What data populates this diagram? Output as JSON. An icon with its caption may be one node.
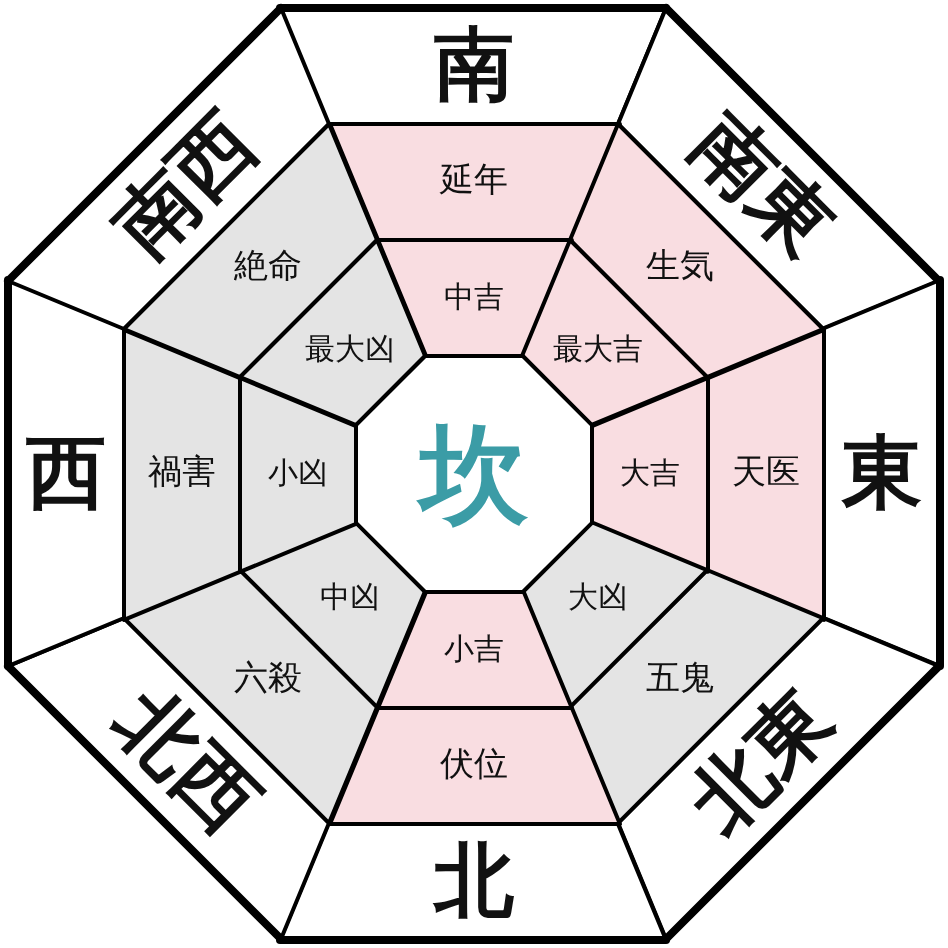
{
  "diagram": {
    "nodes": [
      {
        "text": [
          "南"
        ]
      },
      {
        "text": [
          "南東"
        ]
      },
      {
        "text": [
          "東"
        ]
      },
      {
        "text": [
          "北東"
        ]
      },
      {
        "text": [
          "北"
        ]
      },
      {
        "text": [
          "北西"
        ]
      },
      {
        "text": [
          "西"
        ]
      },
      {
        "text": [
          "南西"
        ]
      },
      {
        "text": [
          "延年"
        ]
      },
      {
        "text": [
          "生気"
        ]
      },
      {
        "text": [
          "天医"
        ]
      },
      {
        "text": [
          "五鬼"
        ]
      },
      {
        "text": [
          "伏位"
        ]
      },
      {
        "text": [
          "六殺"
        ]
      },
      {
        "text": [
          "禍害"
        ]
      },
      {
        "text": [
          "絶命"
        ]
      },
      {
        "text": [
          "中吉"
        ]
      },
      {
        "text": [
          "最大吉"
        ]
      },
      {
        "text": [
          "大吉"
        ]
      },
      {
        "text": [
          "大凶"
        ]
      },
      {
        "text": [
          "小吉"
        ]
      },
      {
        "text": [
          "中凶"
        ]
      },
      {
        "text": [
          "小凶"
        ]
      },
      {
        "text": [
          "最大凶"
        ]
      },
      {
        "text": [
          "坎"
        ]
      }
    ]
  }
}
